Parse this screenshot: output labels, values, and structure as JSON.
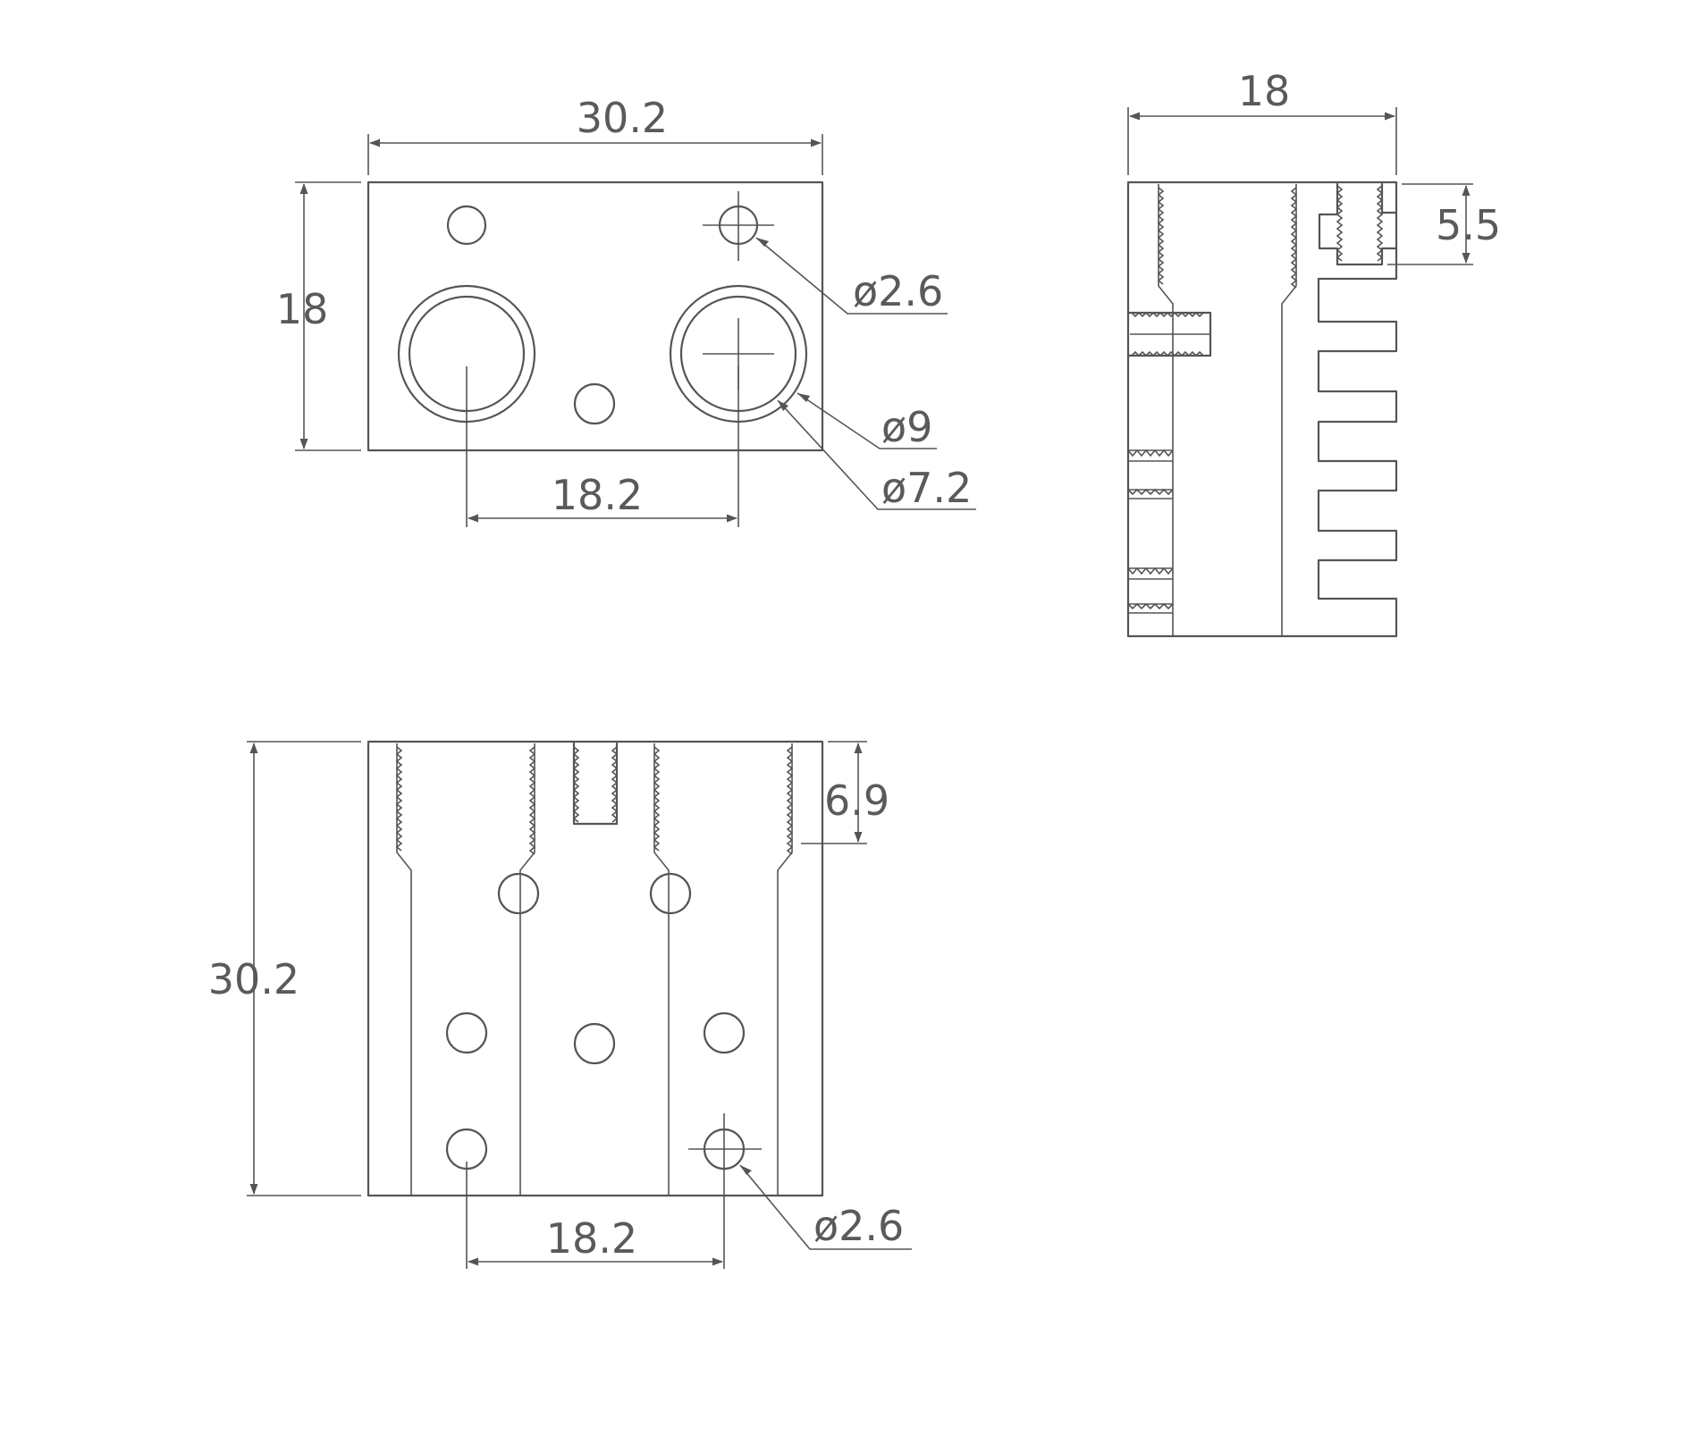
{
  "top_view": {
    "width_label": "30.2",
    "height_label": "18",
    "spacing_label": "18.2",
    "callout_small_hole": "ø2.6",
    "callout_outer": "ø9",
    "callout_inner": "ø7.2"
  },
  "side_view": {
    "width_label": "18",
    "depth_label": "5.5"
  },
  "front_view": {
    "height_label": "30.2",
    "depth_label": "6.9",
    "spacing_label": "18.2",
    "callout_small_hole": "ø2.6"
  }
}
